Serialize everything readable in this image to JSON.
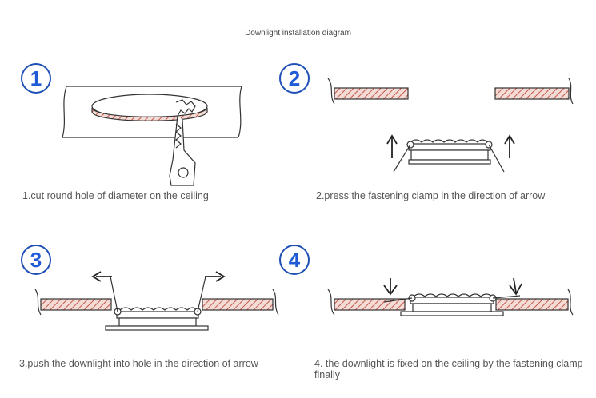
{
  "title": "Downlight installation diagram",
  "steps": [
    {
      "number": "1",
      "caption": "1.cut round hole of diameter  on the ceiling"
    },
    {
      "number": "2",
      "caption": "2.press the fastening clamp in the direction of arrow"
    },
    {
      "number": "3",
      "caption": "3.push the downlight into hole in the direction of arrow"
    },
    {
      "number": "4",
      "caption": "4. the downlight is fixed on the ceiling by the fastening clamp finally"
    }
  ],
  "colors": {
    "number_blue": "#1f5bd6",
    "hatch": "#c7594f"
  }
}
